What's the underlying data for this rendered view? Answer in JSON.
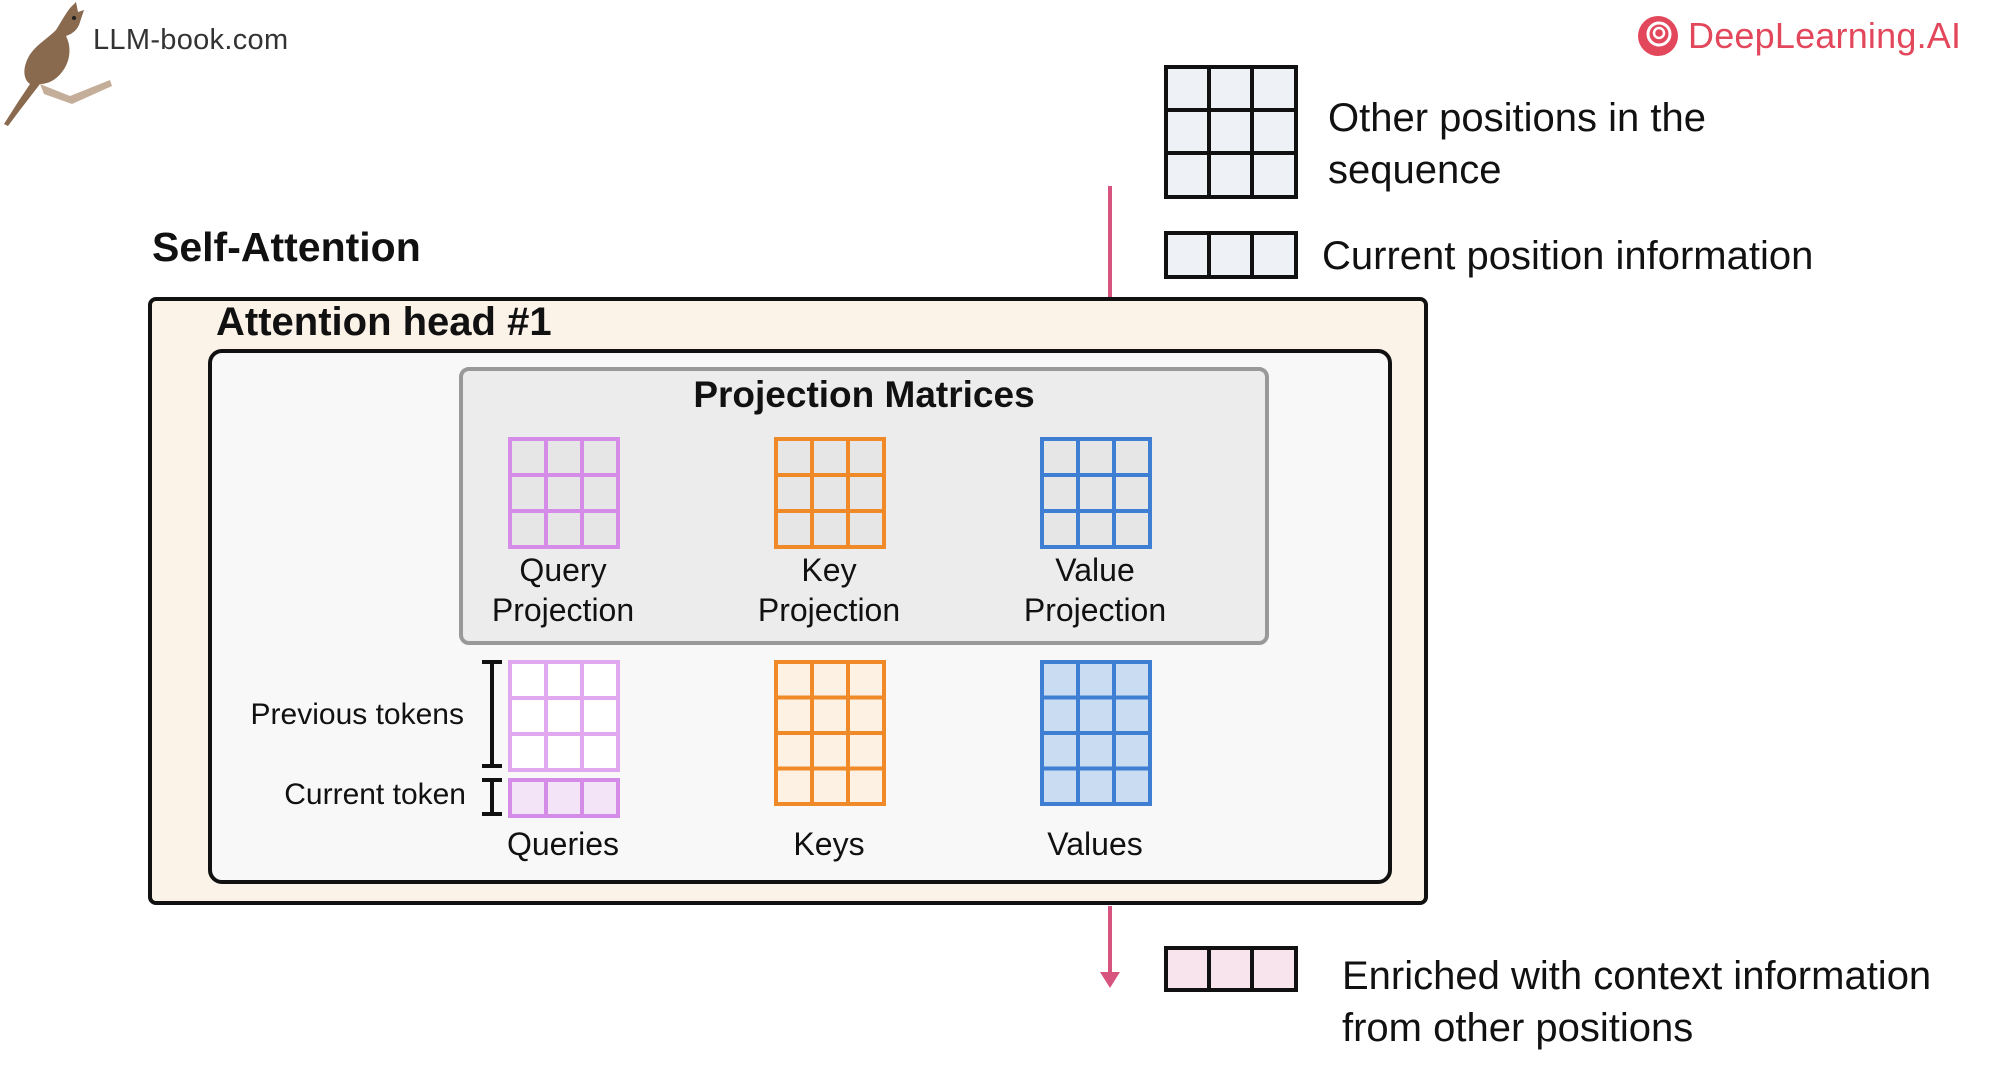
{
  "branding": {
    "left_site": "LLM-book.com",
    "right_brand": "DeepLearning.AI",
    "left_logo_icon": "kangaroo-logo-icon",
    "right_logo_icon": "deeplearning-ai-logo-icon"
  },
  "colors": {
    "query": "#d58be8",
    "query_fill": "#f4e4f8",
    "key": "#f08a28",
    "key_fill": "#fdf1e4",
    "value": "#3f7fd3",
    "value_fill": "#c9dcf2",
    "arrow": "#d6547e",
    "enriched_fill": "#f8e4ec",
    "outer_panel": "#fcf3e8"
  },
  "legend": {
    "other_positions": "Other positions in the sequence",
    "other_positions_lines": [
      "Other positions in the",
      "sequence"
    ],
    "current_position": "Current position information",
    "enriched": "Enriched with context information from other positions",
    "enriched_lines": [
      "Enriched with context information",
      "from other positions"
    ]
  },
  "diagram": {
    "section_title": "Self-Attention",
    "head_title": "Attention head #1",
    "projection_title": "Projection Matrices",
    "projections": [
      {
        "lines": [
          "Query",
          "Projection"
        ]
      },
      {
        "lines": [
          "Key",
          "Projection"
        ]
      },
      {
        "lines": [
          "Value",
          "Projection"
        ]
      }
    ],
    "outputs": [
      "Queries",
      "Keys",
      "Values"
    ],
    "previous_tokens_label": "Previous tokens",
    "current_token_label": "Current token"
  }
}
